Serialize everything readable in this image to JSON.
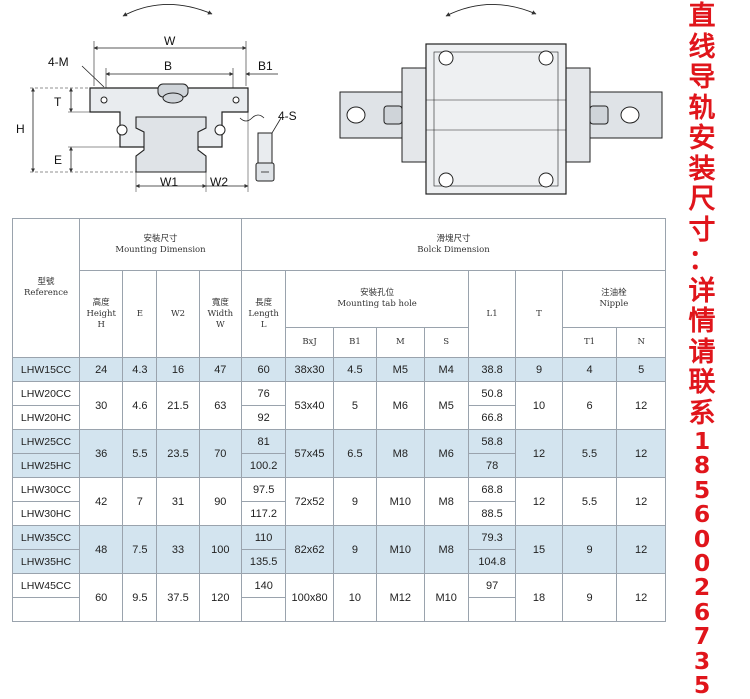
{
  "drawing": {
    "labels": {
      "w": "W",
      "b": "B",
      "b1": "B1",
      "m4": "4-M",
      "s4": "4-S",
      "t": "T",
      "h": "H",
      "e": "E",
      "w1": "W1",
      "w2": "W2"
    }
  },
  "side_text": {
    "chinese": [
      "直",
      "线",
      "导",
      "轨",
      "安",
      "装",
      "尺",
      "寸",
      "：",
      "详",
      "情",
      "请",
      "联",
      "系"
    ],
    "phone": [
      "1",
      "8",
      "5",
      "6",
      "0",
      "0",
      "2",
      "6",
      "7",
      "3",
      "5"
    ],
    "color": "#e0151b"
  },
  "table": {
    "reference_cn": "型號",
    "reference_en": "Reference",
    "mounting_cn": "安裝尺寸",
    "mounting_en": "Mounting  Dimension",
    "block_cn": "滑塊尺寸",
    "block_en": "Bolck Dimension",
    "height_cn": "高度",
    "height_en": "Height",
    "height_sym": "H",
    "e": "E",
    "w2": "W2",
    "width_cn": "寬度",
    "width_en": "Width",
    "width_sym": "W",
    "length_cn": "長度",
    "length_en": "Length",
    "length_sym": "L",
    "hole_cn": "安裝孔位",
    "hole_en": "Mounting tab hole",
    "bxj": "BxJ",
    "b1": "B1",
    "m": "M",
    "s": "S",
    "l1": "L1",
    "t": "T",
    "nipple_cn": "注油栓",
    "nipple_en": "Nipple",
    "t1": "T1",
    "n": "N",
    "rows": {
      "hw15": {
        "cc": "LHW15CC",
        "h": "24",
        "e": "4.3",
        "w2": "16",
        "w": "47",
        "l": "60",
        "bxj": "38x30",
        "b1": "4.5",
        "m": "M5",
        "s": "M4",
        "l1": "38.8",
        "t": "9",
        "t1": "4",
        "n": "5"
      },
      "hw20": {
        "cc": "LHW20CC",
        "hc": "LHW20HC",
        "h": "30",
        "e": "4.6",
        "w2": "21.5",
        "w": "63",
        "l_cc": "76",
        "l_hc": "92",
        "bxj": "53x40",
        "b1": "5",
        "m": "M6",
        "s": "M5",
        "l1_cc": "50.8",
        "l1_hc": "66.8",
        "t": "10",
        "t1": "6",
        "n": "12"
      },
      "hw25": {
        "cc": "LHW25CC",
        "hc": "LHW25HC",
        "h": "36",
        "e": "5.5",
        "w2": "23.5",
        "w": "70",
        "l_cc": "81",
        "l_hc": "100.2",
        "bxj": "57x45",
        "b1": "6.5",
        "m": "M8",
        "s": "M6",
        "l1_cc": "58.8",
        "l1_hc": "78",
        "t": "12",
        "t1": "5.5",
        "n": "12"
      },
      "hw30": {
        "cc": "LHW30CC",
        "hc": "LHW30HC",
        "h": "42",
        "e": "7",
        "w2": "31",
        "w": "90",
        "l_cc": "97.5",
        "l_hc": "117.2",
        "bxj": "72x52",
        "b1": "9",
        "m": "M10",
        "s": "M8",
        "l1_cc": "68.8",
        "l1_hc": "88.5",
        "t": "12",
        "t1": "5.5",
        "n": "12"
      },
      "hw35": {
        "cc": "LHW35CC",
        "hc": "LHW35HC",
        "h": "48",
        "e": "7.5",
        "w2": "33",
        "w": "100",
        "l_cc": "110",
        "l_hc": "135.5",
        "bxj": "82x62",
        "b1": "9",
        "m": "M10",
        "s": "M8",
        "l1_cc": "79.3",
        "l1_hc": "104.8",
        "t": "15",
        "t1": "9",
        "n": "12"
      },
      "hw45": {
        "cc": "LHW45CC",
        "h": "60",
        "e": "9.5",
        "w2": "37.5",
        "w": "120",
        "l_cc": "140",
        "bxj": "100x80",
        "b1": "10",
        "m": "M12",
        "s": "M10",
        "l1_cc": "97",
        "t": "18",
        "t1": "9",
        "n": "12"
      }
    }
  },
  "colors": {
    "row_blue": "#d3e4ef",
    "border": "#9aa3ad",
    "red_text": "#e0151b"
  }
}
